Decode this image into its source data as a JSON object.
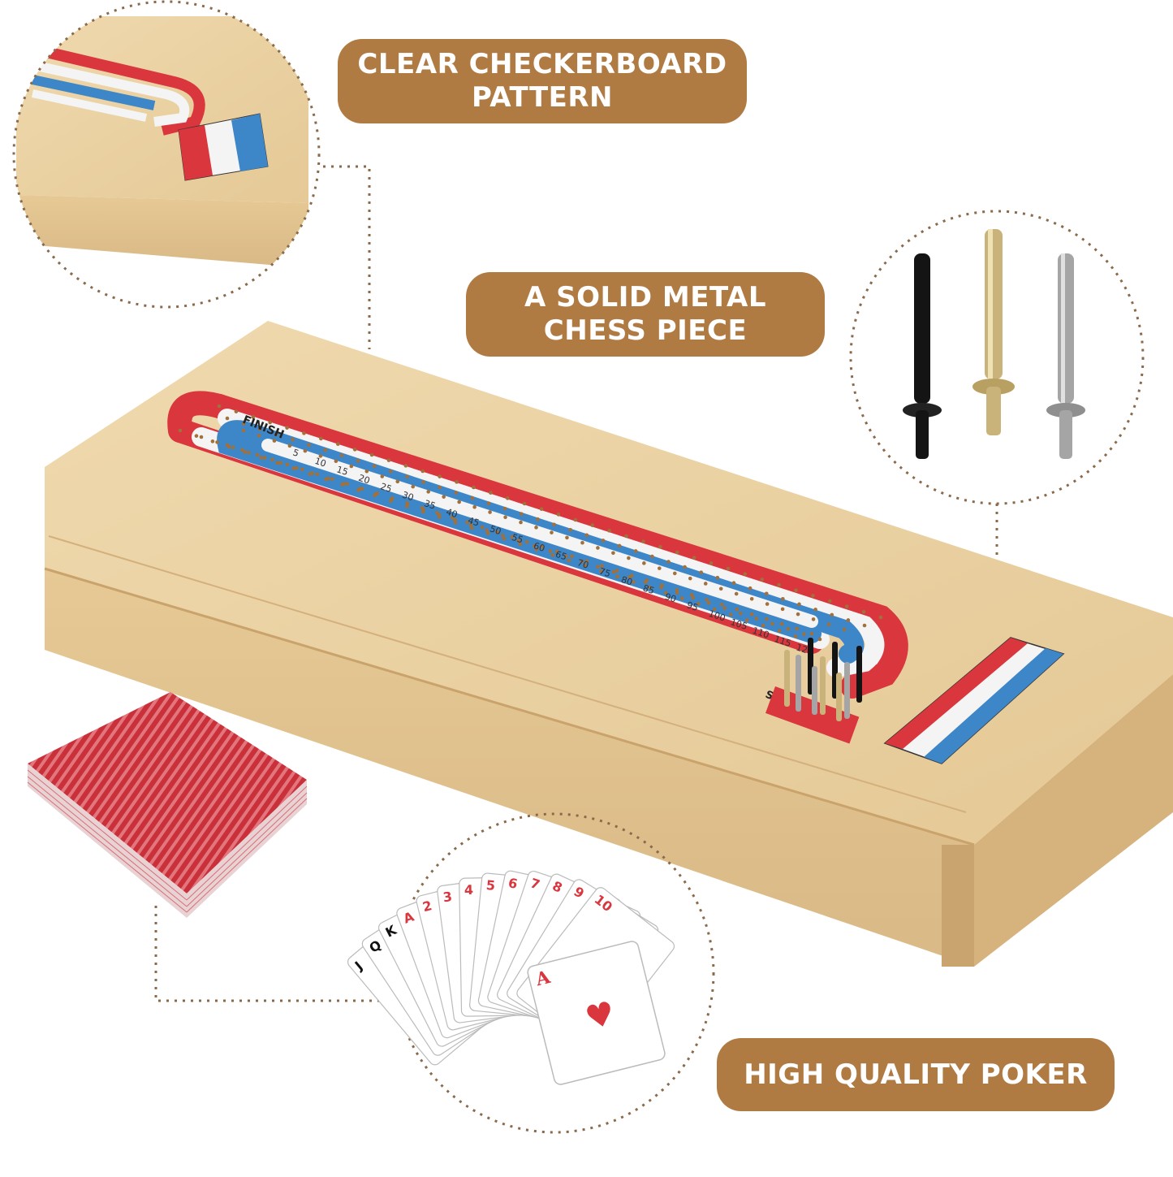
{
  "labels": {
    "checkerboard": {
      "line1": "CLEAR CHECKERBOARD",
      "line2": "PATTERN"
    },
    "metal_piece": {
      "line1": "A SOLID METAL",
      "line2": "CHESS PIECE"
    },
    "poker": {
      "line1": "HIGH QUALITY POKER"
    }
  },
  "board": {
    "finish_text": "FINISH",
    "start_text": "START",
    "track_numbers": [
      "5",
      "10",
      "15",
      "20",
      "25",
      "30",
      "35",
      "40",
      "45",
      "50",
      "55",
      "60",
      "65",
      "70",
      "75",
      "80",
      "85",
      "90",
      "95",
      "100",
      "105",
      "110",
      "115",
      "120"
    ]
  },
  "cards": {
    "front_card_rank": "A",
    "fan_ranks": [
      "J",
      "Q",
      "K",
      "A",
      "2",
      "3",
      "4",
      "5",
      "6",
      "7",
      "8",
      "9",
      "10"
    ]
  },
  "colors": {
    "label_bg": "#b07a43",
    "wood": "#e8cfa0",
    "track_red": "#d9363e",
    "track_blue": "#3d86c8",
    "track_white": "#f4f4f4",
    "card_back": "#c9303a",
    "circle_border": "#8a6a4a"
  }
}
